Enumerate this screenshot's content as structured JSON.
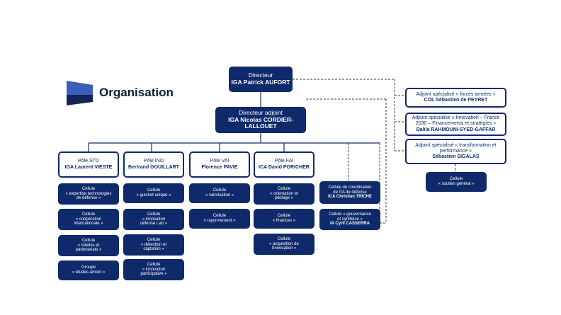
{
  "title": "Organisation",
  "colors": {
    "navy": "#0e2a6b",
    "logo_light": "#3a5fb8",
    "logo_dark": "#12235a"
  },
  "directeur": {
    "role": "Directeur",
    "name": "IGA Patrick AUFORT"
  },
  "directeur_adjoint": {
    "role": "Directeur adjoint",
    "name": "IGA Nicolas CORDIER-LALLOUET"
  },
  "poles": [
    {
      "role": "Pôle STD",
      "name": "IGA Laurent VIESTE"
    },
    {
      "role": "Pôle INO",
      "name": "Bertrand GOUILLART"
    },
    {
      "role": "Pôle VAI",
      "name": "Florence PAVIE"
    },
    {
      "role": "Pôle FAI",
      "name": "ICA David PORICHER"
    }
  ],
  "cells_std": [
    {
      "l1": "Cellule",
      "l2": "« expertise technologies",
      "l3": "de défense »"
    },
    {
      "l1": "Cellule",
      "l2": "« coopération",
      "l3": "internationale »"
    },
    {
      "l1": "Cellule",
      "l2": "« tutelles et",
      "l3": "partenariats »"
    },
    {
      "l1": "Groupe",
      "l2": "« études amont »",
      "l3": ""
    }
  ],
  "cells_ino": [
    {
      "l1": "Cellule",
      "l2": "« guichet unique »",
      "l3": ""
    },
    {
      "l1": "Cellule",
      "l2": "« innovation",
      "l3": "défense Lab »"
    },
    {
      "l1": "Cellule",
      "l2": "« détection et",
      "l3": "captation »"
    },
    {
      "l1": "Cellule",
      "l2": "« innovation",
      "l3": "participative »"
    }
  ],
  "cells_vai": [
    {
      "l1": "Cellule",
      "l2": "« valorisation »",
      "l3": ""
    },
    {
      "l1": "Cellule",
      "l2": "« rayonnement »",
      "l3": ""
    }
  ],
  "cells_fai": [
    {
      "l1": "Cellule",
      "l2": "« orientation et",
      "l3": "pilotage »"
    },
    {
      "l1": "Cellule",
      "l2": "« finances »",
      "l3": ""
    },
    {
      "l1": "Cellule",
      "l2": "« acquisition de",
      "l3": "l'innovation »"
    }
  ],
  "cells_ia": [
    {
      "l1": "Cellule de coordination",
      "l2": "de l'IA de défense",
      "name": "ICA Christian TRICHE"
    },
    {
      "l1": "Cellule « gouvernance",
      "l2": "et synthèse »",
      "name": "IA Cyril CASSERRA"
    }
  ],
  "adjoints": [
    {
      "l1": "Adjoint spécialisé « forces armées »",
      "l2": "",
      "name": "COL Sébastien de PEYRET"
    },
    {
      "l1": "Adjoint spécialisé « Innovation – France",
      "l2": "2030 – Financements et stratégies »",
      "name": "Dalila RAHMOUNI-SYED-GAFFAR"
    },
    {
      "l1": "Adjoint spécialisé « transformation et",
      "l2": "performance »",
      "name": "Sébastien SIGALAS"
    }
  ],
  "soutien": {
    "l1": "Cellule",
    "l2": "« soutien général »"
  }
}
